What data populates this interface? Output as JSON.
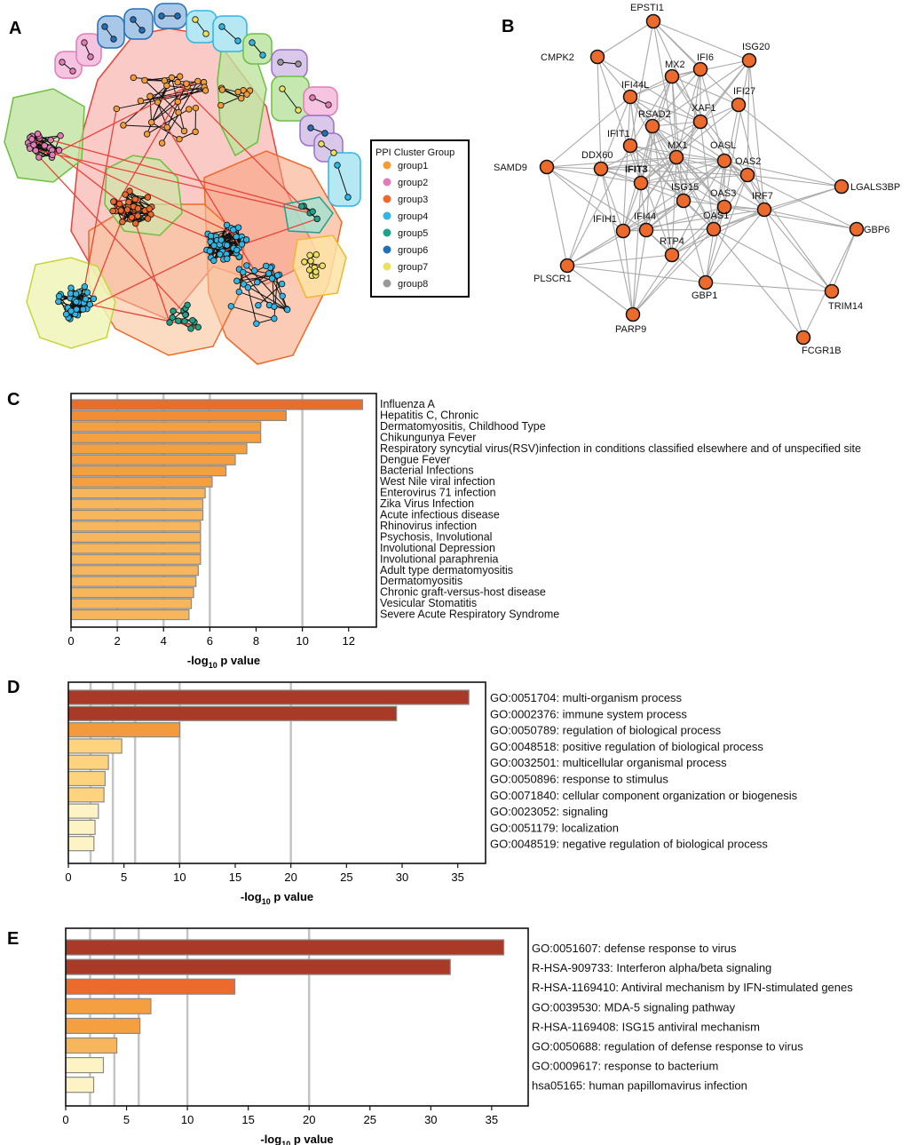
{
  "panel_labels": {
    "a": "A",
    "b": "B",
    "c": "C",
    "d": "D",
    "e": "E"
  },
  "legend": {
    "title": "PPI Cluster Group",
    "items": [
      {
        "label": "group1",
        "color": "#f39c34"
      },
      {
        "label": "group2",
        "color": "#e07cb6"
      },
      {
        "label": "group3",
        "color": "#ec6a2c"
      },
      {
        "label": "group4",
        "color": "#2fb5e6"
      },
      {
        "label": "group5",
        "color": "#1ea38a"
      },
      {
        "label": "group6",
        "color": "#2270b8"
      },
      {
        "label": "group7",
        "color": "#ede05a"
      },
      {
        "label": "group8",
        "color": "#999999"
      }
    ]
  },
  "network_b": {
    "highlight": "IFIT3",
    "nodes": [
      "EPSTI1",
      "CMPK2",
      "ISG20",
      "MX2",
      "IFI6",
      "IFI44L",
      "IFI27",
      "RSAD2",
      "XAF1",
      "IFIT1",
      "MX1",
      "OASL",
      "SAMD9",
      "DDX60",
      "IFIT3",
      "OAS2",
      "LGALS3BP",
      "ISG15",
      "OAS3",
      "IRF7",
      "IFIH1",
      "IFI44",
      "OAS1",
      "GBP6",
      "RTP4",
      "PLSCR1",
      "GBP1",
      "TRIM14",
      "PARP9",
      "FCGR1B"
    ]
  },
  "chart_data": [
    {
      "panel": "C",
      "type": "bar",
      "orientation": "horizontal",
      "xlabel": "-log",
      "xlabel_sub": "10",
      "xlabel_suffix": " p value",
      "xlim": [
        0,
        13.2
      ],
      "xticks": [
        "0",
        "2",
        "4",
        "6",
        "8",
        "10",
        "12"
      ],
      "categories": [
        "Influenza A",
        "Hepatitis C, Chronic",
        "Dermatomyositis, Childhood Type",
        "Chikungunya Fever",
        "Respiratory syncytial virus(RSV)infection in conditions classified elsewhere and of unspecified site",
        "Dengue Fever",
        "Bacterial Infections",
        "West Nile viral infection",
        "Enterovirus 71 infection",
        "Zika Virus Infection",
        "Acute infectious disease",
        "Rhinovirus infection",
        "Psychosis, Involutional",
        "Involutional Depression",
        "Involutional paraphrenia",
        "Adult type dermatomyositis",
        "Dermatomyositis",
        "Chronic graft-versus-host disease",
        "Vesicular Stomatitis",
        "Severe Acute Respiratory Syndrome"
      ],
      "values": [
        12.6,
        9.3,
        8.2,
        8.2,
        7.6,
        7.1,
        6.7,
        6.1,
        5.8,
        5.7,
        5.7,
        5.6,
        5.6,
        5.6,
        5.6,
        5.5,
        5.4,
        5.3,
        5.2,
        5.1
      ],
      "colors": [
        "#e66d2a",
        "#f28d36",
        "#f5a040",
        "#f5a040",
        "#f5a040",
        "#f5a040",
        "#f5a040",
        "#f5a040",
        "#f8b65c",
        "#f8b65c",
        "#f8b65c",
        "#f8b65c",
        "#f8b65c",
        "#f8b65c",
        "#f8b65c",
        "#f8b65c",
        "#f8b65c",
        "#f8b65c",
        "#f8b65c",
        "#f8b65c"
      ],
      "gridlines": [
        2,
        4,
        6,
        10
      ]
    },
    {
      "panel": "D",
      "type": "bar",
      "orientation": "horizontal",
      "xlabel": "-log",
      "xlabel_sub": "10",
      "xlabel_suffix": " p value",
      "xlim": [
        0,
        37.5
      ],
      "xticks": [
        "0",
        "5",
        "10",
        "15",
        "20",
        "25",
        "30",
        "35"
      ],
      "categories": [
        "GO:0051704: multi-organism process",
        "GO:0002376: immune system process",
        "GO:0050789: regulation of biological process",
        "GO:0048518: positive regulation of biological process",
        "GO:0032501: multicellular organismal process",
        "GO:0050896: response to stimulus",
        "GO:0071840: cellular component organization or biogenesis",
        "GO:0023052: signaling",
        "GO:0051179: localization",
        "GO:0048519: negative regulation of biological process"
      ],
      "values": [
        36.0,
        29.5,
        10.0,
        4.8,
        3.6,
        3.3,
        3.2,
        2.7,
        2.4,
        2.3
      ],
      "colors": [
        "#a93a27",
        "#a93a27",
        "#f39a3c",
        "#fdd380",
        "#fdd380",
        "#fdd380",
        "#fdd380",
        "#fdf3c4",
        "#fdf3c4",
        "#fdf3c4"
      ],
      "gridlines": [
        2,
        4,
        6,
        10,
        20
      ]
    },
    {
      "panel": "E",
      "type": "bar",
      "orientation": "horizontal",
      "xlabel": "-log",
      "xlabel_sub": "10",
      "xlabel_suffix": " p value",
      "xlim": [
        0,
        38
      ],
      "xticks": [
        "0",
        "5",
        "10",
        "15",
        "20",
        "25",
        "30",
        "35"
      ],
      "categories": [
        "GO:0051607: defense response to virus",
        "R-HSA-909733: Interferon alpha/beta signaling",
        "R-HSA-1169410: Antiviral mechanism by IFN-stimulated genes",
        "GO:0039530: MDA-5 signaling pathway",
        "R-HSA-1169408: ISG15 antiviral mechanism",
        "GO:0050688: regulation of defense response to virus",
        "GO:0009617: response to bacterium",
        "hsa05165: human papillomavirus infection"
      ],
      "values": [
        36.0,
        31.6,
        13.9,
        7.0,
        6.1,
        4.2,
        3.1,
        2.3
      ],
      "colors": [
        "#a93a27",
        "#a93a27",
        "#ec6a2c",
        "#f5a040",
        "#f5a040",
        "#f8b65c",
        "#fdf3c4",
        "#fdf3c4"
      ],
      "gridlines": [
        2,
        4,
        6,
        10,
        20
      ]
    }
  ]
}
